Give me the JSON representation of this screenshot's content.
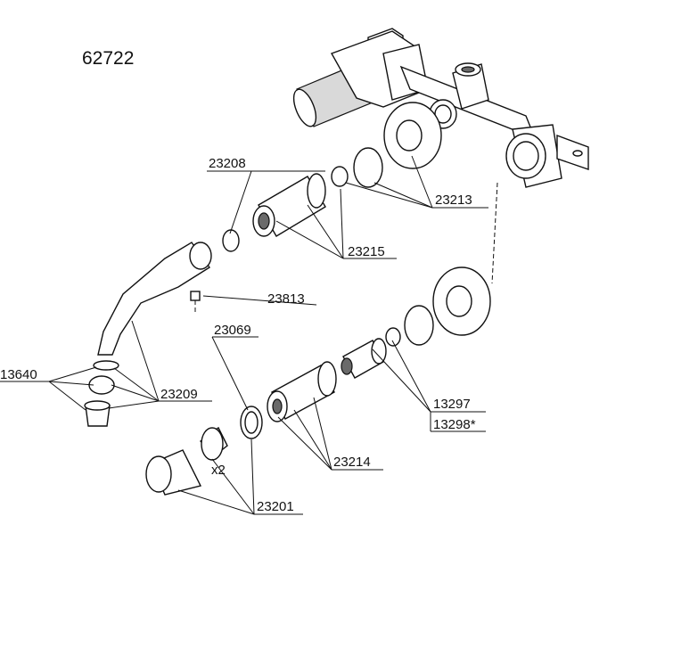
{
  "diagram": {
    "title": "62722",
    "parts": [
      {
        "number": "23208"
      },
      {
        "number": "23213"
      },
      {
        "number": "23215"
      },
      {
        "number": "23813"
      },
      {
        "number": "23069"
      },
      {
        "number": "13640"
      },
      {
        "number": "23209"
      },
      {
        "number": "13297"
      },
      {
        "number": "13298*"
      },
      {
        "number": "23214"
      },
      {
        "number": "23201"
      }
    ],
    "quantity_note": "x2"
  }
}
